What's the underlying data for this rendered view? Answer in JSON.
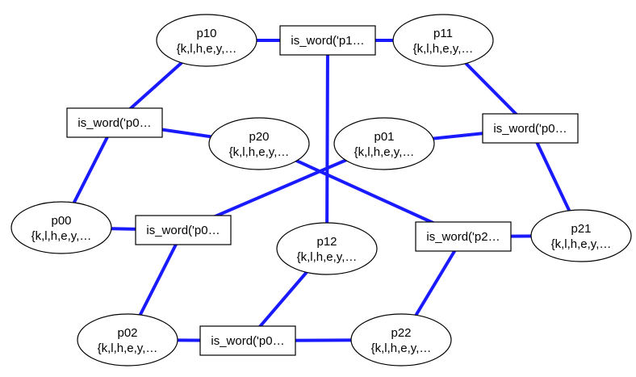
{
  "colors": {
    "edge": "#1a1aff",
    "node_fill": "#ffffff",
    "node_stroke": "#000000",
    "background": "#ffffff"
  },
  "variables": [
    {
      "id": "p10",
      "label": "p10",
      "domain": "{k,l,h,e,y,…"
    },
    {
      "id": "p11",
      "label": "p11",
      "domain": "{k,l,h,e,y,…"
    },
    {
      "id": "p20",
      "label": "p20",
      "domain": "{k,l,h,e,y,…"
    },
    {
      "id": "p01",
      "label": "p01",
      "domain": "{k,l,h,e,y,…"
    },
    {
      "id": "p00",
      "label": "p00",
      "domain": "{k,l,h,e,y,…"
    },
    {
      "id": "p21",
      "label": "p21",
      "domain": "{k,l,h,e,y,…"
    },
    {
      "id": "p12",
      "label": "p12",
      "domain": "{k,l,h,e,y,…"
    },
    {
      "id": "p02",
      "label": "p02",
      "domain": "{k,l,h,e,y,…"
    },
    {
      "id": "p22",
      "label": "p22",
      "domain": "{k,l,h,e,y,…"
    }
  ],
  "constraints": [
    {
      "id": "c_top",
      "label": "is_word('p1…"
    },
    {
      "id": "c_left",
      "label": "is_word('p0…"
    },
    {
      "id": "c_right",
      "label": "is_word('p0…"
    },
    {
      "id": "c_mid",
      "label": "is_word('p0…"
    },
    {
      "id": "c_p2",
      "label": "is_word('p2…"
    },
    {
      "id": "c_bottom",
      "label": "is_word('p0…"
    }
  ],
  "edges": [
    [
      "p10",
      "c_top"
    ],
    [
      "c_top",
      "p11"
    ],
    [
      "c_top",
      "p12"
    ],
    [
      "p10",
      "c_left"
    ],
    [
      "c_left",
      "p20"
    ],
    [
      "c_left",
      "p00"
    ],
    [
      "p11",
      "c_right"
    ],
    [
      "c_right",
      "p01"
    ],
    [
      "c_right",
      "p21"
    ],
    [
      "p00",
      "c_mid"
    ],
    [
      "c_mid",
      "p01"
    ],
    [
      "c_mid",
      "p02"
    ],
    [
      "p20",
      "c_p2"
    ],
    [
      "c_p2",
      "p21"
    ],
    [
      "c_p2",
      "p22"
    ],
    [
      "p02",
      "c_bottom"
    ],
    [
      "c_bottom",
      "p12"
    ],
    [
      "c_bottom",
      "p22"
    ]
  ]
}
